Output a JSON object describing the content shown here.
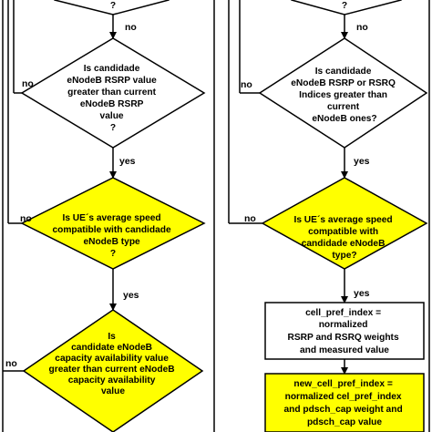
{
  "colors": {
    "background": "#ffffff",
    "stroke": "#000000",
    "decision_white": "#ffffff",
    "decision_yellow": "#ffff00",
    "process_white": "#ffffff",
    "process_yellow": "#ffff00"
  },
  "left": {
    "top_partial": {
      "lines": [
        "?"
      ]
    },
    "label_no_1": "no",
    "d_rsrp": {
      "lines": [
        "Is candidade",
        "eNodeB RSRP value",
        "greater than current",
        "eNodeB RSRP",
        "value",
        "?"
      ]
    },
    "label_no_side_rsrp": "no",
    "label_yes_1": "yes",
    "d_speed": {
      "lines": [
        "Is UE´s average speed",
        "compatible with candidade",
        "eNodeB type",
        "?"
      ]
    },
    "label_no_side_speed": "no",
    "label_yes_2": "yes",
    "d_capacity": {
      "lines": [
        "Is",
        "candidate eNodeB",
        "capacity availability value",
        "greater than current eNodeB",
        "capacity availability",
        "value"
      ]
    },
    "label_no_side_capacity": "no"
  },
  "right": {
    "top_partial": {
      "lines": [
        "?"
      ]
    },
    "label_no_1": "no",
    "d_indices": {
      "lines": [
        "Is candidade",
        "eNodeB RSRP or RSRQ",
        "Indices greater than",
        "current",
        "eNodeB ones?"
      ]
    },
    "label_no_side_indices": "no",
    "label_yes_1": "yes",
    "d_speed": {
      "lines": [
        "Is UE´s average speed",
        "compatible with",
        "candidade eNodeB",
        "type?"
      ]
    },
    "label_no_side_speed": "no",
    "label_yes_2": "yes",
    "p_cell_pref": {
      "lines": [
        "cell_pref_index =",
        "normalized",
        "RSRP and RSRQ weights",
        "and measured value"
      ]
    },
    "p_new_cell_pref": {
      "lines": [
        "new_cell_pref_index =",
        "normalized cel_pref_index",
        "and pdsch_cap weight and",
        "pdsch_cap value"
      ]
    }
  }
}
